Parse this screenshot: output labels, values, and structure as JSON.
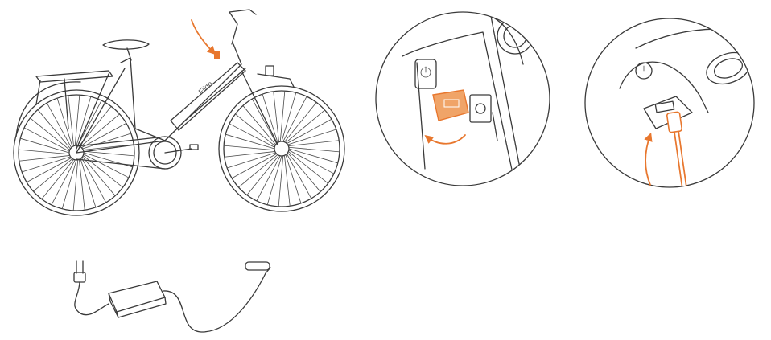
{
  "brand_text": "Fiido",
  "accent_color": "#e8772e",
  "line_color": "#3a3a3a",
  "figures": [
    {
      "id": "bike",
      "label": ""
    },
    {
      "id": "open-port-cover",
      "label": ""
    },
    {
      "id": "plug-in-charger",
      "label": ""
    },
    {
      "id": "charger-adapter",
      "label": ""
    }
  ],
  "icons": [
    "power-button-icon",
    "charge-port-icon",
    "curved-arrow-icon",
    "plug-icon"
  ]
}
